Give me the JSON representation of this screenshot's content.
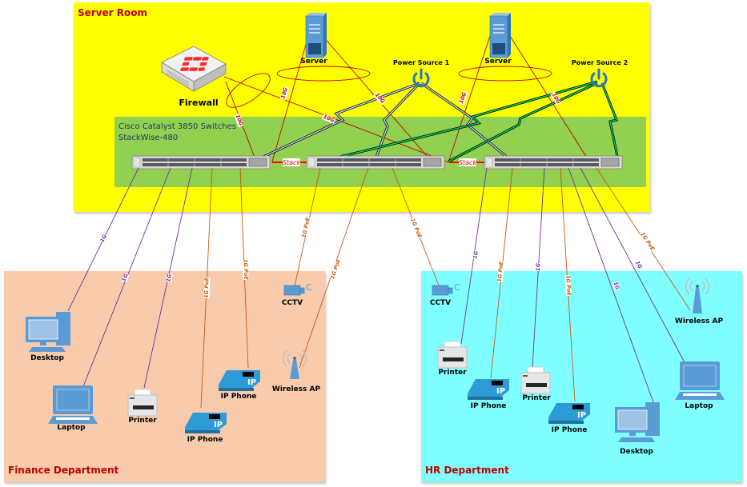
{
  "zones": {
    "server_room": "Server Room",
    "finance": "Finance Department",
    "hr": "HR Department"
  },
  "stack": {
    "title_line1": "Cisco Catalyst 3850 Switches",
    "title_line2": "StackWise-480",
    "stack_link_label": "Stack"
  },
  "server_room_devices": {
    "firewall": "Firewall",
    "server1": "Server",
    "server2": "Server",
    "power1": "Power Source 1",
    "power2": "Power Source 2"
  },
  "link_labels": {
    "ten_g": "10G",
    "one_g": "1G",
    "one_g_poe": "1G PoE"
  },
  "finance_devices": {
    "desktop": "Desktop",
    "laptop": "Laptop",
    "printer": "Printer",
    "ip_phone_1": "IP Phone",
    "ip_phone_2": "IP Phone",
    "cctv": "CCTV",
    "wireless_ap": "Wireless AP"
  },
  "hr_devices": {
    "cctv": "CCTV",
    "printer_1": "Printer",
    "ip_phone_1": "IP Phone",
    "printer_2": "Printer",
    "ip_phone_2": "IP Phone",
    "desktop": "Desktop",
    "laptop": "Laptop",
    "wireless_ap": "Wireless AP"
  },
  "colors": {
    "ten_g_link": "#c00000",
    "one_g_link": "#7030a0",
    "poe_link": "#c55a11",
    "power_green": "#00b050",
    "power_blue": "#bdd7ee",
    "zone_title": "#c00000",
    "device_blue": "#5b9bd5"
  }
}
